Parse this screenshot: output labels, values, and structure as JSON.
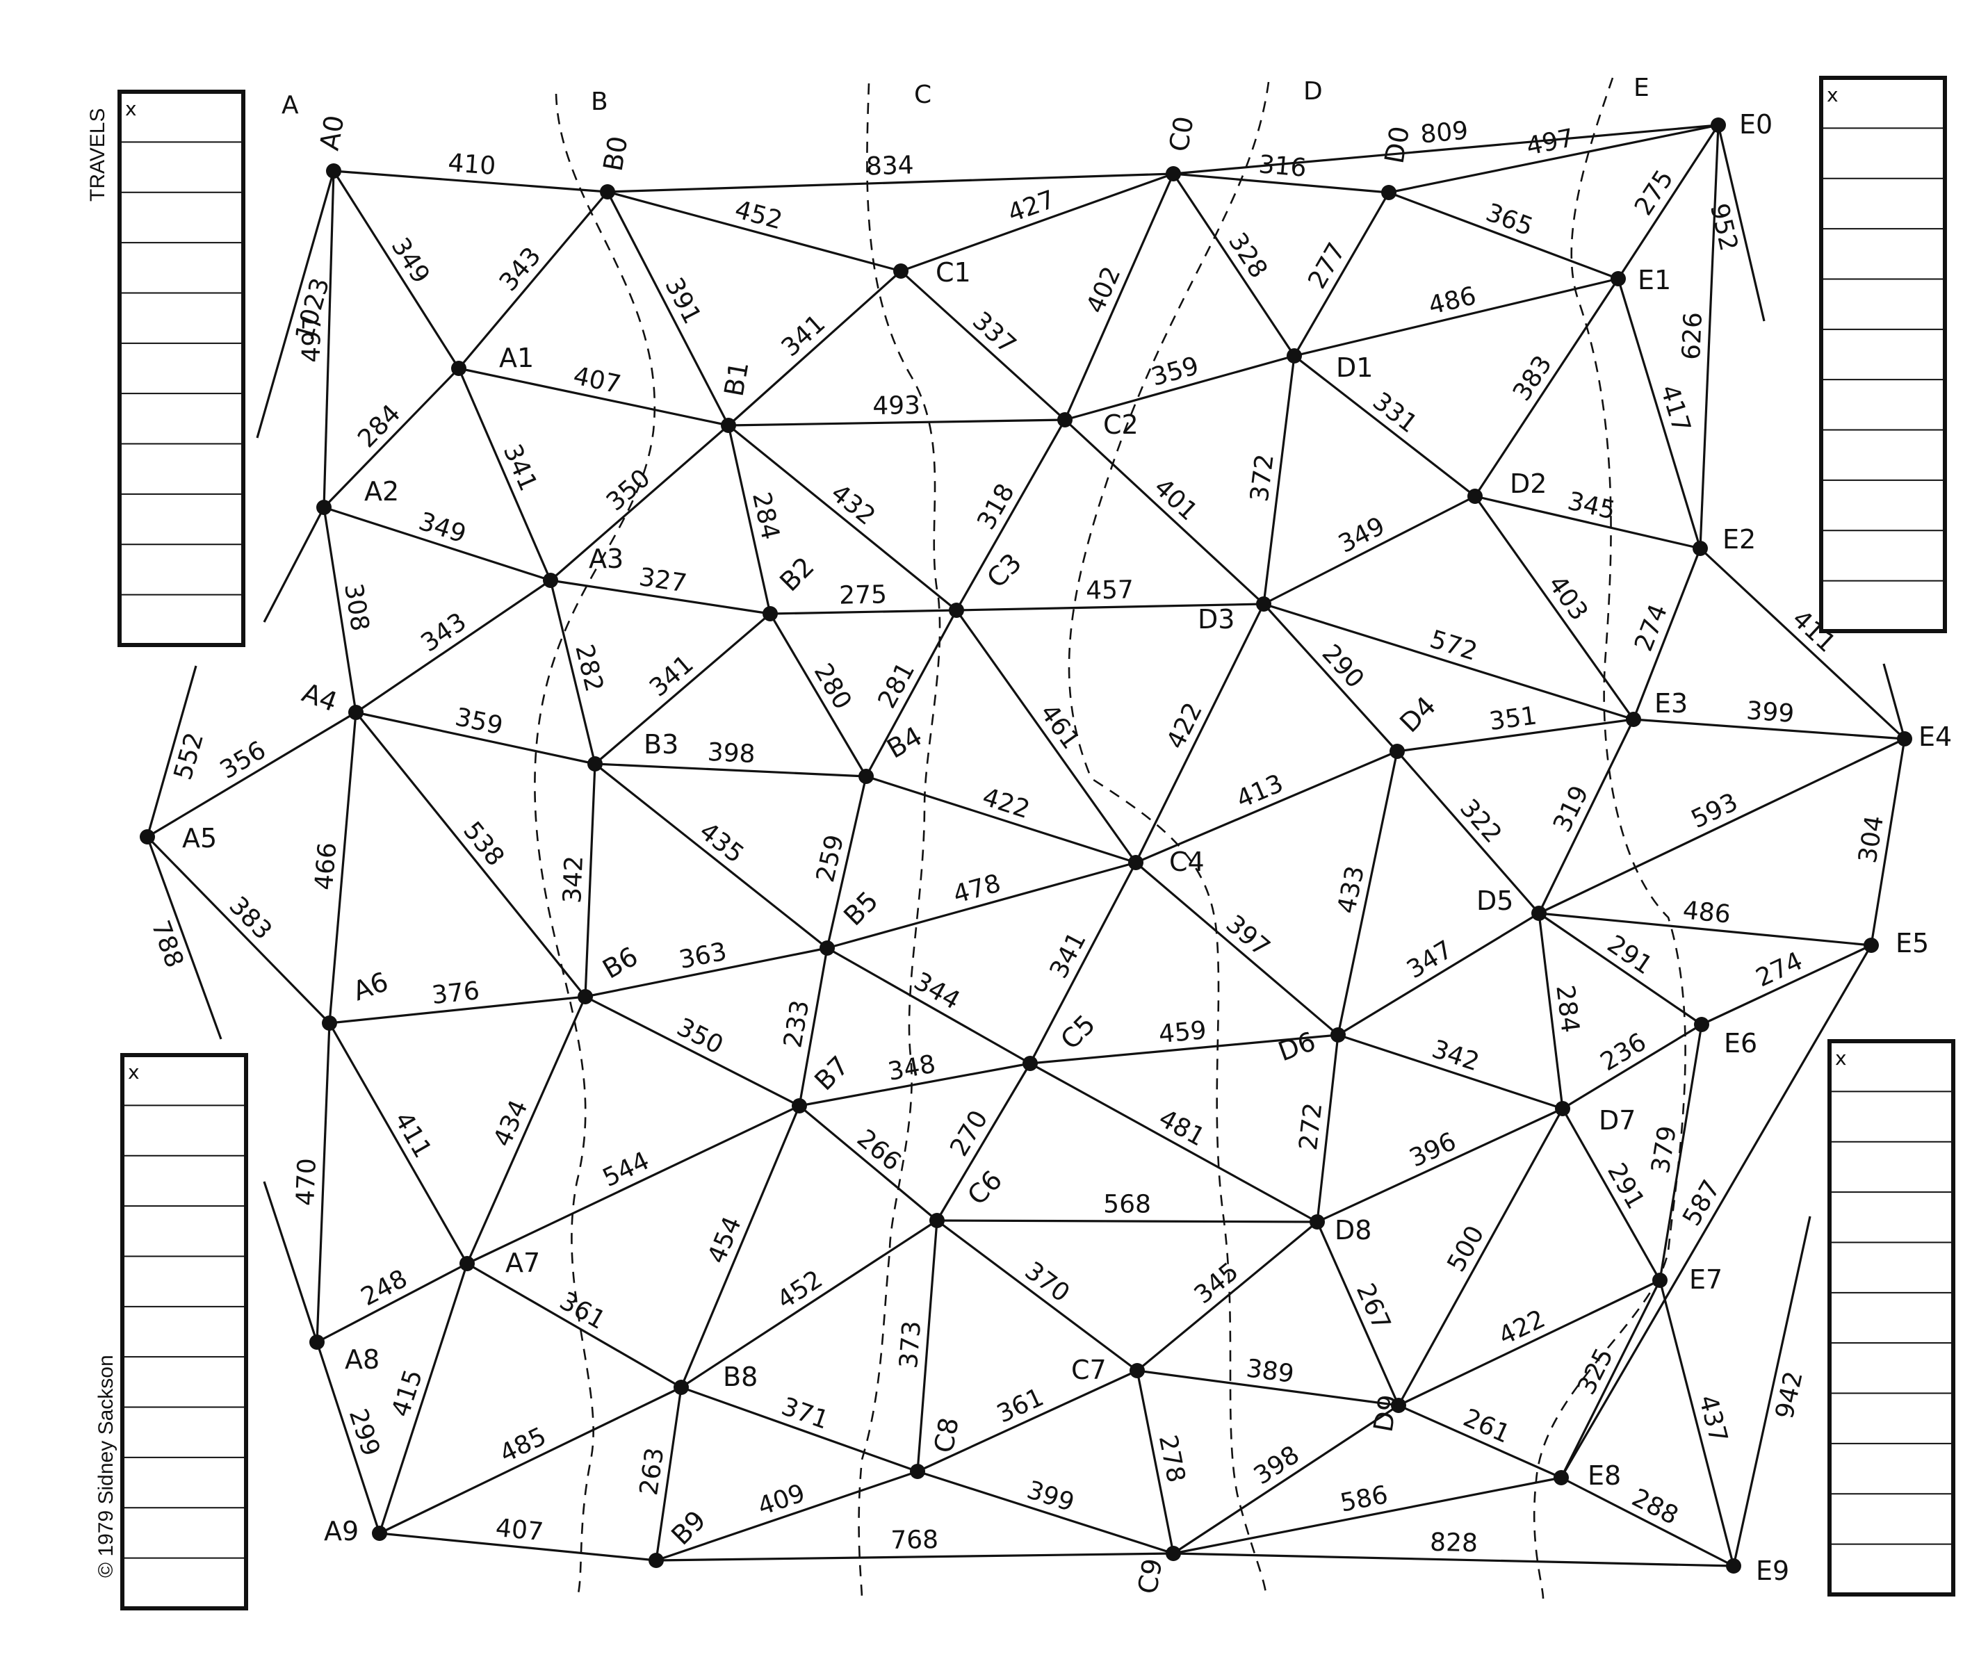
{
  "meta": {
    "travels_label": "TRAVELS",
    "copyright": "© 1979 Sidney Sackson"
  },
  "zone_labels": [
    "A",
    "B",
    "C",
    "D",
    "E"
  ],
  "cards": [
    {
      "id": "top-left",
      "mark": "x"
    },
    {
      "id": "top-right",
      "mark": "x"
    },
    {
      "id": "bottom-left",
      "mark": "x"
    },
    {
      "id": "bottom-right",
      "mark": "x"
    }
  ],
  "nodes": [
    {
      "id": "A0",
      "label": "A0"
    },
    {
      "id": "A1",
      "label": "A1"
    },
    {
      "id": "A2",
      "label": "A2"
    },
    {
      "id": "A3",
      "label": "A3"
    },
    {
      "id": "A4",
      "label": "A4"
    },
    {
      "id": "A5",
      "label": "A5"
    },
    {
      "id": "A6",
      "label": "A6"
    },
    {
      "id": "A7",
      "label": "A7"
    },
    {
      "id": "A8",
      "label": "A8"
    },
    {
      "id": "A9",
      "label": "A9"
    },
    {
      "id": "B0",
      "label": "B0"
    },
    {
      "id": "B1",
      "label": "B1"
    },
    {
      "id": "B2",
      "label": "B2"
    },
    {
      "id": "B3",
      "label": "B3"
    },
    {
      "id": "B4",
      "label": "B4"
    },
    {
      "id": "B5",
      "label": "B5"
    },
    {
      "id": "B6",
      "label": "B6"
    },
    {
      "id": "B7",
      "label": "B7"
    },
    {
      "id": "B8",
      "label": "B8"
    },
    {
      "id": "B9",
      "label": "B9"
    },
    {
      "id": "C0",
      "label": "C0"
    },
    {
      "id": "C1",
      "label": "C1"
    },
    {
      "id": "C2",
      "label": "C2"
    },
    {
      "id": "C3",
      "label": "C3"
    },
    {
      "id": "C4",
      "label": "C4"
    },
    {
      "id": "C5",
      "label": "C5"
    },
    {
      "id": "C6",
      "label": "C6"
    },
    {
      "id": "C7",
      "label": "C7"
    },
    {
      "id": "C8",
      "label": "C8"
    },
    {
      "id": "C9",
      "label": "C9"
    },
    {
      "id": "D0",
      "label": "D0"
    },
    {
      "id": "D1",
      "label": "D1"
    },
    {
      "id": "D2",
      "label": "D2"
    },
    {
      "id": "D3",
      "label": "D3"
    },
    {
      "id": "D4",
      "label": "D4"
    },
    {
      "id": "D5",
      "label": "D5"
    },
    {
      "id": "D6",
      "label": "D6"
    },
    {
      "id": "D7",
      "label": "D7"
    },
    {
      "id": "D8",
      "label": "D8"
    },
    {
      "id": "D9",
      "label": "D9"
    },
    {
      "id": "E0",
      "label": "E0"
    },
    {
      "id": "E1",
      "label": "E1"
    },
    {
      "id": "E2",
      "label": "E2"
    },
    {
      "id": "E3",
      "label": "E3"
    },
    {
      "id": "E4",
      "label": "E4"
    },
    {
      "id": "E5",
      "label": "E5"
    },
    {
      "id": "E6",
      "label": "E6"
    },
    {
      "id": "E7",
      "label": "E7"
    },
    {
      "id": "E8",
      "label": "E8"
    },
    {
      "id": "E9",
      "label": "E9"
    }
  ],
  "edges": [
    {
      "from": "A0",
      "to": "B0",
      "distance": "410"
    },
    {
      "from": "A0",
      "to": "A1",
      "distance": "349"
    },
    {
      "from": "A0",
      "to": "A2",
      "distance": "497"
    },
    {
      "from": "B0",
      "to": "C0",
      "distance": "834"
    },
    {
      "from": "B0",
      "to": "C1",
      "distance": "452"
    },
    {
      "from": "B0",
      "to": "A1",
      "distance": "343"
    },
    {
      "from": "B0",
      "to": "B1",
      "distance": "391"
    },
    {
      "from": "C0",
      "to": "E0",
      "distance": "809"
    },
    {
      "from": "C0",
      "to": "D0",
      "distance": "316"
    },
    {
      "from": "C0",
      "to": "C1",
      "distance": "427"
    },
    {
      "from": "C0",
      "to": "C2",
      "distance": "402"
    },
    {
      "from": "C0",
      "to": "D1",
      "distance": "328"
    },
    {
      "from": "D0",
      "to": "E0",
      "distance": "497"
    },
    {
      "from": "D0",
      "to": "E1",
      "distance": "365"
    },
    {
      "from": "D0",
      "to": "D1",
      "distance": "277"
    },
    {
      "from": "E0",
      "to": "E1",
      "distance": "275"
    },
    {
      "from": "E0",
      "to": "E2",
      "distance": "626"
    },
    {
      "from": "C1",
      "to": "B1",
      "distance": "341"
    },
    {
      "from": "C1",
      "to": "C2",
      "distance": "337"
    },
    {
      "from": "D1",
      "to": "E1",
      "distance": "486"
    },
    {
      "from": "E1",
      "to": "D2",
      "distance": "383"
    },
    {
      "from": "E1",
      "to": "E2",
      "distance": "417"
    },
    {
      "from": "A1",
      "to": "B1",
      "distance": "407"
    },
    {
      "from": "A1",
      "to": "A2",
      "distance": "284"
    },
    {
      "from": "A1",
      "to": "A3",
      "distance": "341"
    },
    {
      "from": "B1",
      "to": "C2",
      "distance": "493"
    },
    {
      "from": "B1",
      "to": "A3",
      "distance": "350"
    },
    {
      "from": "B1",
      "to": "B2",
      "distance": "284"
    },
    {
      "from": "B1",
      "to": "C3",
      "distance": "432"
    },
    {
      "from": "C2",
      "to": "D1",
      "distance": "359"
    },
    {
      "from": "C2",
      "to": "C3",
      "distance": "318"
    },
    {
      "from": "C2",
      "to": "D3",
      "distance": "401"
    },
    {
      "from": "D1",
      "to": "D2",
      "distance": "331"
    },
    {
      "from": "D1",
      "to": "D3",
      "distance": "372"
    },
    {
      "from": "D2",
      "to": "D3",
      "distance": "349"
    },
    {
      "from": "D2",
      "to": "E2",
      "distance": "345"
    },
    {
      "from": "D2",
      "to": "E3",
      "distance": "403"
    },
    {
      "from": "E2",
      "to": "E3",
      "distance": "274"
    },
    {
      "from": "E2",
      "to": "E4",
      "distance": "411"
    },
    {
      "from": "A2",
      "to": "A3",
      "distance": "349"
    },
    {
      "from": "A2",
      "to": "A4",
      "distance": "308"
    },
    {
      "from": "A3",
      "to": "B2",
      "distance": "327"
    },
    {
      "from": "A3",
      "to": "A4",
      "distance": "343"
    },
    {
      "from": "A3",
      "to": "B3",
      "distance": "282"
    },
    {
      "from": "B2",
      "to": "C3",
      "distance": "275"
    },
    {
      "from": "B2",
      "to": "B3",
      "distance": "341"
    },
    {
      "from": "B2",
      "to": "B4",
      "distance": "280"
    },
    {
      "from": "C3",
      "to": "D3",
      "distance": "457"
    },
    {
      "from": "C3",
      "to": "B4",
      "distance": "281"
    },
    {
      "from": "C3",
      "to": "C4",
      "distance": "461"
    },
    {
      "from": "D3",
      "to": "E3",
      "distance": "572"
    },
    {
      "from": "D3",
      "to": "D4",
      "distance": "290"
    },
    {
      "from": "D3",
      "to": "C4",
      "distance": "422"
    },
    {
      "from": "D4",
      "to": "E3",
      "distance": "351"
    },
    {
      "from": "E3",
      "to": "E4",
      "distance": "399"
    },
    {
      "from": "E3",
      "to": "D5",
      "distance": "319"
    },
    {
      "from": "A4",
      "to": "B3",
      "distance": "359"
    },
    {
      "from": "A4",
      "to": "A5",
      "distance": "356"
    },
    {
      "from": "A4",
      "to": "A6",
      "distance": "466"
    },
    {
      "from": "A4",
      "to": "B6",
      "distance": "538"
    },
    {
      "from": "B3",
      "to": "B4",
      "distance": "398"
    },
    {
      "from": "B3",
      "to": "B6",
      "distance": "342"
    },
    {
      "from": "B3",
      "to": "B5",
      "distance": "435"
    },
    {
      "from": "B4",
      "to": "C4",
      "distance": "422"
    },
    {
      "from": "B4",
      "to": "B5",
      "distance": "259"
    },
    {
      "from": "C4",
      "to": "D4",
      "distance": "413"
    },
    {
      "from": "C4",
      "to": "B5",
      "distance": "478"
    },
    {
      "from": "C4",
      "to": "C5",
      "distance": "341"
    },
    {
      "from": "C4",
      "to": "D6",
      "distance": "397"
    },
    {
      "from": "D4",
      "to": "D5",
      "distance": "322"
    },
    {
      "from": "D4",
      "to": "D6",
      "distance": "433"
    },
    {
      "from": "E4",
      "to": "D5",
      "distance": "593"
    },
    {
      "from": "E4",
      "to": "E5",
      "distance": "304"
    },
    {
      "from": "A5",
      "to": "A6",
      "distance": "383"
    },
    {
      "from": "B5",
      "to": "B6",
      "distance": "363"
    },
    {
      "from": "B5",
      "to": "C5",
      "distance": "344"
    },
    {
      "from": "B5",
      "to": "B7",
      "distance": "233"
    },
    {
      "from": "D5",
      "to": "E5",
      "distance": "486"
    },
    {
      "from": "D5",
      "to": "D6",
      "distance": "347"
    },
    {
      "from": "D5",
      "to": "E6",
      "distance": "291"
    },
    {
      "from": "D5",
      "to": "D7",
      "distance": "284"
    },
    {
      "from": "E5",
      "to": "E6",
      "distance": "274"
    },
    {
      "from": "E5",
      "to": "E8",
      "distance": "587"
    },
    {
      "from": "A6",
      "to": "B6",
      "distance": "376"
    },
    {
      "from": "A6",
      "to": "A7",
      "distance": "411"
    },
    {
      "from": "A6",
      "to": "A8",
      "distance": "470"
    },
    {
      "from": "B6",
      "to": "B7",
      "distance": "350"
    },
    {
      "from": "B6",
      "to": "A7",
      "distance": "434"
    },
    {
      "from": "C5",
      "to": "D6",
      "distance": "459"
    },
    {
      "from": "C5",
      "to": "B7",
      "distance": "348"
    },
    {
      "from": "C5",
      "to": "C6",
      "distance": "270"
    },
    {
      "from": "C5",
      "to": "D8",
      "distance": "481"
    },
    {
      "from": "D6",
      "to": "D7",
      "distance": "342"
    },
    {
      "from": "D6",
      "to": "D8",
      "distance": "272"
    },
    {
      "from": "E6",
      "to": "D7",
      "distance": "236"
    },
    {
      "from": "E6",
      "to": "E7",
      "distance": "379"
    },
    {
      "from": "B7",
      "to": "A7",
      "distance": "544"
    },
    {
      "from": "B7",
      "to": "C6",
      "distance": "266"
    },
    {
      "from": "B7",
      "to": "B8",
      "distance": "454"
    },
    {
      "from": "D7",
      "to": "D8",
      "distance": "396"
    },
    {
      "from": "D7",
      "to": "D9",
      "distance": "500"
    },
    {
      "from": "D7",
      "to": "E7",
      "distance": "291"
    },
    {
      "from": "C6",
      "to": "D8",
      "distance": "568"
    },
    {
      "from": "C6",
      "to": "B8",
      "distance": "452"
    },
    {
      "from": "C6",
      "to": "C7",
      "distance": "370"
    },
    {
      "from": "C6",
      "to": "C8",
      "distance": "373"
    },
    {
      "from": "D8",
      "to": "C7",
      "distance": "345"
    },
    {
      "from": "D8",
      "to": "D9",
      "distance": "267"
    },
    {
      "from": "A7",
      "to": "A8",
      "distance": "248"
    },
    {
      "from": "A7",
      "to": "B8",
      "distance": "361"
    },
    {
      "from": "A7",
      "to": "A9",
      "distance": "415"
    },
    {
      "from": "E7",
      "to": "D9",
      "distance": "422"
    },
    {
      "from": "E7",
      "to": "E8",
      "distance": "325"
    },
    {
      "from": "E7",
      "to": "E9",
      "distance": "437"
    },
    {
      "from": "A8",
      "to": "A9",
      "distance": "299"
    },
    {
      "from": "B8",
      "to": "A9",
      "distance": "485"
    },
    {
      "from": "B8",
      "to": "C8",
      "distance": "371"
    },
    {
      "from": "B8",
      "to": "B9",
      "distance": "263"
    },
    {
      "from": "C7",
      "to": "D9",
      "distance": "389"
    },
    {
      "from": "C7",
      "to": "C8",
      "distance": "361"
    },
    {
      "from": "C7",
      "to": "C9",
      "distance": "278"
    },
    {
      "from": "D9",
      "to": "E8",
      "distance": "261"
    },
    {
      "from": "D9",
      "to": "C9",
      "distance": "398"
    },
    {
      "from": "C8",
      "to": "B9",
      "distance": "409"
    },
    {
      "from": "C8",
      "to": "C9",
      "distance": "399"
    },
    {
      "from": "E8",
      "to": "C9",
      "distance": "586"
    },
    {
      "from": "E8",
      "to": "E9",
      "distance": "288"
    },
    {
      "from": "A9",
      "to": "B9",
      "distance": "407"
    },
    {
      "from": "B9",
      "to": "C9",
      "distance": "768"
    },
    {
      "from": "C9",
      "to": "E9",
      "distance": "828"
    }
  ],
  "exit_routes": [
    {
      "from": "A0",
      "distance": "1023"
    },
    {
      "from": "A2",
      "distance": ""
    },
    {
      "from": "A5",
      "distance": "552"
    },
    {
      "from": "A5",
      "distance": "788"
    },
    {
      "from": "A8",
      "distance": ""
    },
    {
      "from": "E0",
      "distance": "952"
    },
    {
      "from": "E4",
      "distance": ""
    },
    {
      "from": "E9",
      "distance": "942"
    }
  ]
}
